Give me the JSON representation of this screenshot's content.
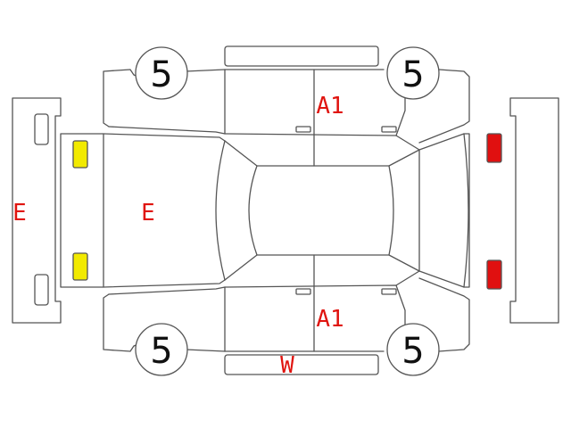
{
  "colors": {
    "outline": "#555555",
    "code_text": "#e0140f",
    "front_lamp": "#f2ea00",
    "rear_lamp": "#e01010",
    "wheel_number": "#111111"
  },
  "wheels": {
    "front_left": "5",
    "front_right": "5",
    "rear_left": "5",
    "rear_right": "5"
  },
  "codes": {
    "front_bumper": "E",
    "hood": "E",
    "door_top": "A1",
    "door_bottom": "A1",
    "rocker_bottom": "W"
  }
}
